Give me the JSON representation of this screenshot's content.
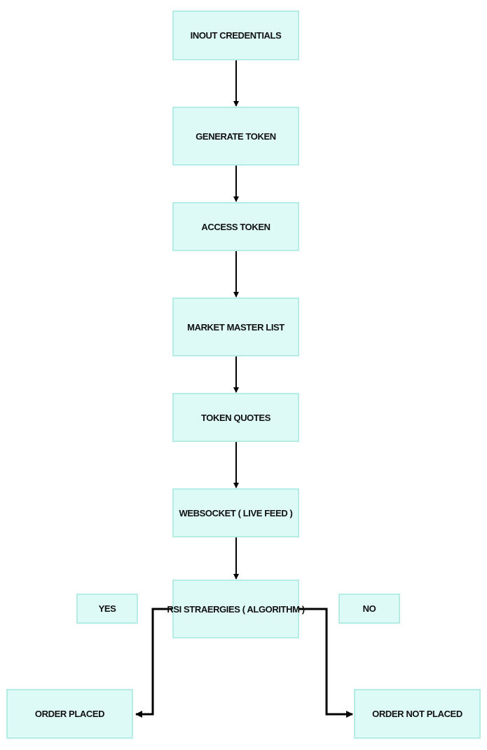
{
  "diagram": {
    "nodes": {
      "input_credentials": "INOUT CREDENTIALS",
      "generate_token": "GENERATE TOKEN",
      "access_token": "ACCESS TOKEN",
      "market_master_list": "MARKET MASTER LIST",
      "token_quotes": "TOKEN QUOTES",
      "websocket": "WEBSOCKET ( LIVE FEED )",
      "rsi_strategies": "RSI STRAERGIES ( ALGORITHM )",
      "yes_label": "YES",
      "no_label": "NO",
      "order_placed": "ORDER PLACED",
      "order_not_placed": "ORDER NOT PLACED"
    },
    "edges": [
      {
        "from": "input_credentials",
        "to": "generate_token"
      },
      {
        "from": "generate_token",
        "to": "access_token"
      },
      {
        "from": "access_token",
        "to": "market_master_list"
      },
      {
        "from": "market_master_list",
        "to": "token_quotes"
      },
      {
        "from": "token_quotes",
        "to": "websocket"
      },
      {
        "from": "websocket",
        "to": "rsi_strategies"
      },
      {
        "from": "rsi_strategies",
        "to": "order_placed",
        "branch": "YES"
      },
      {
        "from": "rsi_strategies",
        "to": "order_not_placed",
        "branch": "NO"
      }
    ],
    "colors": {
      "node_fill": "#ddfaf6",
      "node_border": "#b5ece5",
      "connector": "#000000"
    }
  }
}
